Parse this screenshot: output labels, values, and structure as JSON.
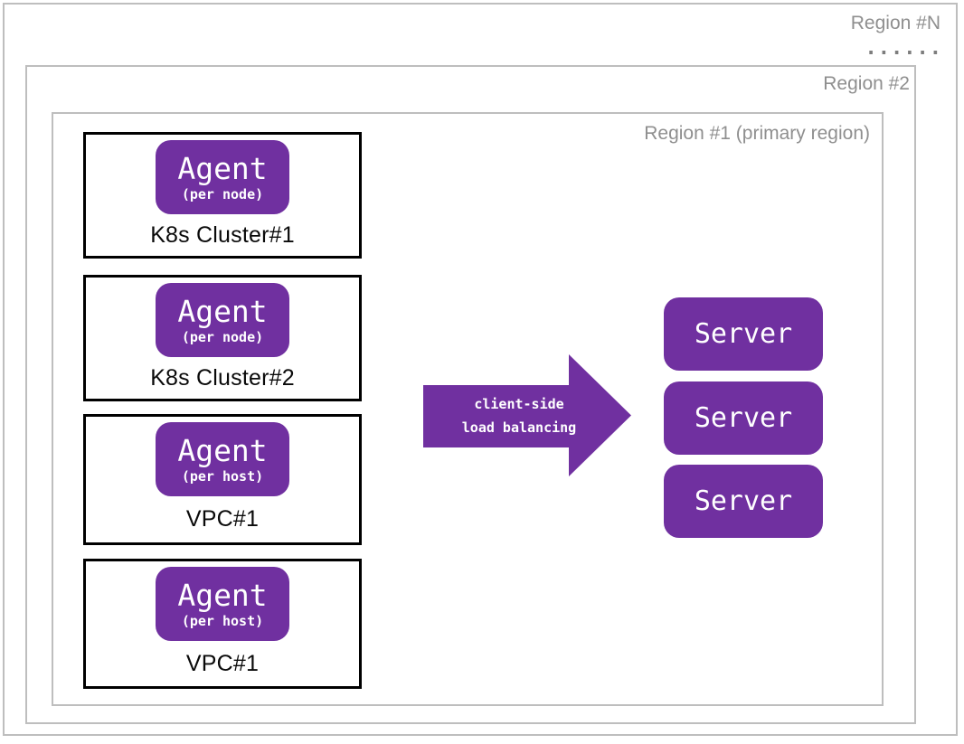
{
  "colors": {
    "purple": "#7030A0",
    "region_border": "#bebebe",
    "region_label": "#8f8f8f",
    "box_border": "#000000"
  },
  "regions": {
    "outer_label": "Region #N",
    "dots": "......",
    "middle_label": "Region #2",
    "primary_label": "Region #1 (primary region)"
  },
  "clusters": [
    {
      "agent": "Agent",
      "scope": "(per node)",
      "label": "K8s Cluster#1"
    },
    {
      "agent": "Agent",
      "scope": "(per node)",
      "label": "K8s Cluster#2"
    },
    {
      "agent": "Agent",
      "scope": "(per host)",
      "label": "VPC#1"
    },
    {
      "agent": "Agent",
      "scope": "(per host)",
      "label": "VPC#1"
    }
  ],
  "arrow": {
    "line1": "client-side",
    "line2": "load balancing"
  },
  "servers": [
    {
      "label": "Server"
    },
    {
      "label": "Server"
    },
    {
      "label": "Server"
    }
  ]
}
